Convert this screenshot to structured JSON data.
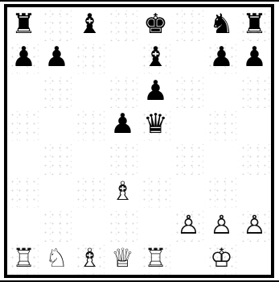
{
  "board": {
    "rows": [
      [
        {
          "piece": "♜",
          "color": "black",
          "name": "black-rook-a8"
        },
        {
          "piece": "",
          "color": "",
          "name": "empty-b8"
        },
        {
          "piece": "♝",
          "color": "black",
          "name": "black-bishop-c8"
        },
        {
          "piece": "",
          "color": "",
          "name": "empty-d8"
        },
        {
          "piece": "♚",
          "color": "black",
          "name": "black-king-e8"
        },
        {
          "piece": "",
          "color": "",
          "name": "empty-f8"
        },
        {
          "piece": "♞",
          "color": "black",
          "name": "black-knight-g8"
        },
        {
          "piece": "♜",
          "color": "black",
          "name": "black-rook-h8"
        }
      ],
      [
        {
          "piece": "♟",
          "color": "black",
          "name": "black-pawn-a7"
        },
        {
          "piece": "♟",
          "color": "black",
          "name": "black-pawn-b7"
        },
        {
          "piece": "",
          "color": "",
          "name": "empty-c7"
        },
        {
          "piece": "",
          "color": "",
          "name": "empty-d7"
        },
        {
          "piece": "♝",
          "color": "black",
          "name": "black-bishop-e7"
        },
        {
          "piece": "",
          "color": "",
          "name": "empty-f7"
        },
        {
          "piece": "♟",
          "color": "black",
          "name": "black-pawn-g7"
        },
        {
          "piece": "♟",
          "color": "black",
          "name": "black-pawn-h7"
        }
      ],
      [
        {
          "piece": "",
          "color": "",
          "name": "empty-a6"
        },
        {
          "piece": "",
          "color": "",
          "name": "empty-b6"
        },
        {
          "piece": "",
          "color": "",
          "name": "empty-c6"
        },
        {
          "piece": "",
          "color": "",
          "name": "empty-d6"
        },
        {
          "piece": "♟",
          "color": "black",
          "name": "black-pawn-e6"
        },
        {
          "piece": "",
          "color": "",
          "name": "empty-f6"
        },
        {
          "piece": "",
          "color": "",
          "name": "empty-g6"
        },
        {
          "piece": "",
          "color": "",
          "name": "empty-h6"
        }
      ],
      [
        {
          "piece": "",
          "color": "",
          "name": "empty-a5"
        },
        {
          "piece": "",
          "color": "",
          "name": "empty-b5"
        },
        {
          "piece": "",
          "color": "",
          "name": "empty-c5"
        },
        {
          "piece": "♟",
          "color": "black",
          "name": "black-pawn-d5"
        },
        {
          "piece": "♛",
          "color": "black",
          "name": "black-queen-e5"
        },
        {
          "piece": "",
          "color": "",
          "name": "empty-f5"
        },
        {
          "piece": "",
          "color": "",
          "name": "empty-g5"
        },
        {
          "piece": "",
          "color": "",
          "name": "empty-h5"
        }
      ],
      [
        {
          "piece": "",
          "color": "",
          "name": "empty-a4"
        },
        {
          "piece": "",
          "color": "",
          "name": "empty-b4"
        },
        {
          "piece": "",
          "color": "",
          "name": "empty-c4"
        },
        {
          "piece": "",
          "color": "",
          "name": "empty-d4"
        },
        {
          "piece": "",
          "color": "",
          "name": "empty-e4"
        },
        {
          "piece": "",
          "color": "",
          "name": "empty-f4"
        },
        {
          "piece": "",
          "color": "",
          "name": "empty-g4"
        },
        {
          "piece": "",
          "color": "",
          "name": "empty-h4"
        }
      ],
      [
        {
          "piece": "",
          "color": "",
          "name": "empty-a3"
        },
        {
          "piece": "",
          "color": "",
          "name": "empty-b3"
        },
        {
          "piece": "",
          "color": "",
          "name": "empty-c3"
        },
        {
          "piece": "♗",
          "color": "white",
          "name": "white-bishop-d3"
        },
        {
          "piece": "",
          "color": "",
          "name": "empty-e3"
        },
        {
          "piece": "",
          "color": "",
          "name": "empty-f3"
        },
        {
          "piece": "",
          "color": "",
          "name": "empty-g3"
        },
        {
          "piece": "",
          "color": "",
          "name": "empty-h3"
        }
      ],
      [
        {
          "piece": "",
          "color": "",
          "name": "empty-a2"
        },
        {
          "piece": "",
          "color": "",
          "name": "empty-b2"
        },
        {
          "piece": "",
          "color": "",
          "name": "empty-c2"
        },
        {
          "piece": "",
          "color": "",
          "name": "empty-d2"
        },
        {
          "piece": "",
          "color": "",
          "name": "empty-e2"
        },
        {
          "piece": "♙",
          "color": "white",
          "name": "white-pawn-f2"
        },
        {
          "piece": "♙",
          "color": "white",
          "name": "white-pawn-g2"
        },
        {
          "piece": "♙",
          "color": "white",
          "name": "white-pawn-h2"
        }
      ],
      [
        {
          "piece": "♖",
          "color": "white",
          "name": "white-rook-a1"
        },
        {
          "piece": "♘",
          "color": "white",
          "name": "white-knight-b1"
        },
        {
          "piece": "♗",
          "color": "white",
          "name": "white-bishop-c1"
        },
        {
          "piece": "♕",
          "color": "white",
          "name": "white-queen-d1"
        },
        {
          "piece": "♖",
          "color": "white",
          "name": "white-rook-e1"
        },
        {
          "piece": "",
          "color": "",
          "name": "empty-f1"
        },
        {
          "piece": "♔",
          "color": "white",
          "name": "white-king-g1"
        },
        {
          "piece": "",
          "color": "",
          "name": "empty-h1"
        }
      ]
    ]
  },
  "colors": {
    "light_square": "#ffffff",
    "dark_square": "#ffffff",
    "border": "#000000"
  }
}
